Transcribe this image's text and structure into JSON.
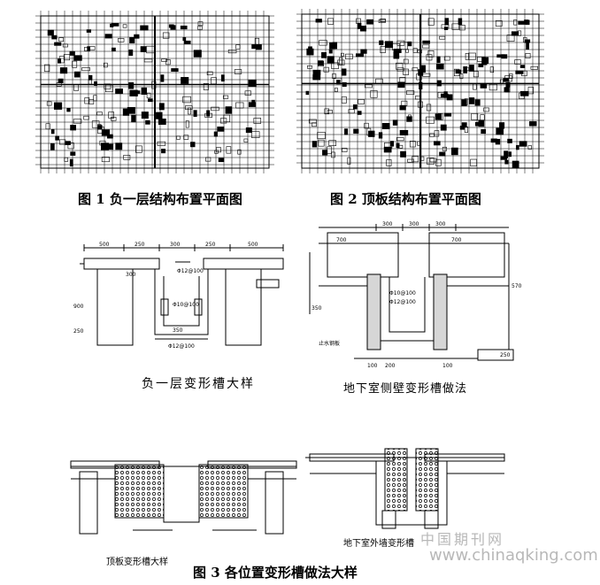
{
  "figures": {
    "fig1": {
      "caption": "图 1 负一层结构布置平面图"
    },
    "fig2": {
      "caption": "图 2 顶板结构布置平面图"
    },
    "fig3": {
      "caption": "图 3 各位置变形槽做法大样"
    }
  },
  "details": {
    "slot_detail": {
      "title": "负一层变形槽大样",
      "dims_top": [
        "500",
        "250",
        "300",
        "250",
        "500"
      ],
      "labels": [
        "300",
        "Φ12@100",
        "Φ10@100",
        "Φ12@100",
        "900",
        "250",
        "350"
      ]
    },
    "basement_wall": {
      "title": "地下室侧壁变形槽做法",
      "dims_top": [
        "300",
        "300",
        "300"
      ],
      "labels": [
        "700",
        "700",
        "Φ10@100",
        "Φ12@100",
        "350",
        "200",
        "100",
        "100",
        "570",
        "250",
        "止水钢板"
      ]
    },
    "roof_detail": {
      "title": "顶板变形槽大样"
    },
    "wall_detail": {
      "title": "地下室外墙变形槽"
    }
  },
  "watermark": {
    "cn": "中国期刊网",
    "url": "www.chinaqking.com"
  }
}
